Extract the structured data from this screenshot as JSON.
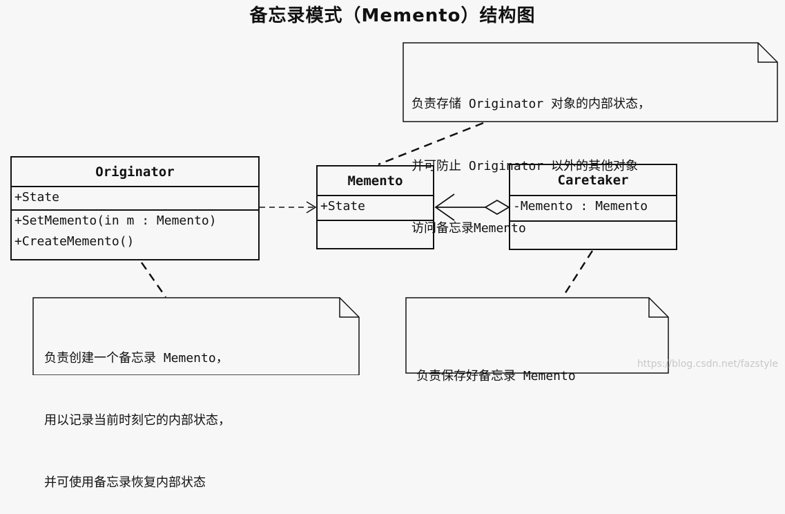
{
  "title": "备忘录模式（Memento）结构图",
  "classes": {
    "originator": {
      "name": "Originator",
      "attributes": [
        "+State"
      ],
      "operations": [
        "+SetMemento(in m : Memento)",
        "+CreateMemento()"
      ]
    },
    "memento": {
      "name": "Memento",
      "attributes": [
        "+State"
      ],
      "operations": []
    },
    "caretaker": {
      "name": "Caretaker",
      "attributes": [
        "-Memento : Memento"
      ],
      "operations": []
    }
  },
  "notes": {
    "top": [
      "负责存储 Originator 对象的内部状态，",
      "并可防止 Originator 以外的其他对象",
      "访问备忘录Memento"
    ],
    "bottom_left": [
      "负责创建一个备忘录 Memento，",
      "用以记录当前时刻它的内部状态，",
      "并可使用备忘录恢复内部状态"
    ],
    "bottom_right": [
      "负责保存好备忘录 Memento"
    ]
  },
  "watermark": "https://blog.csdn.net/fazstyle"
}
